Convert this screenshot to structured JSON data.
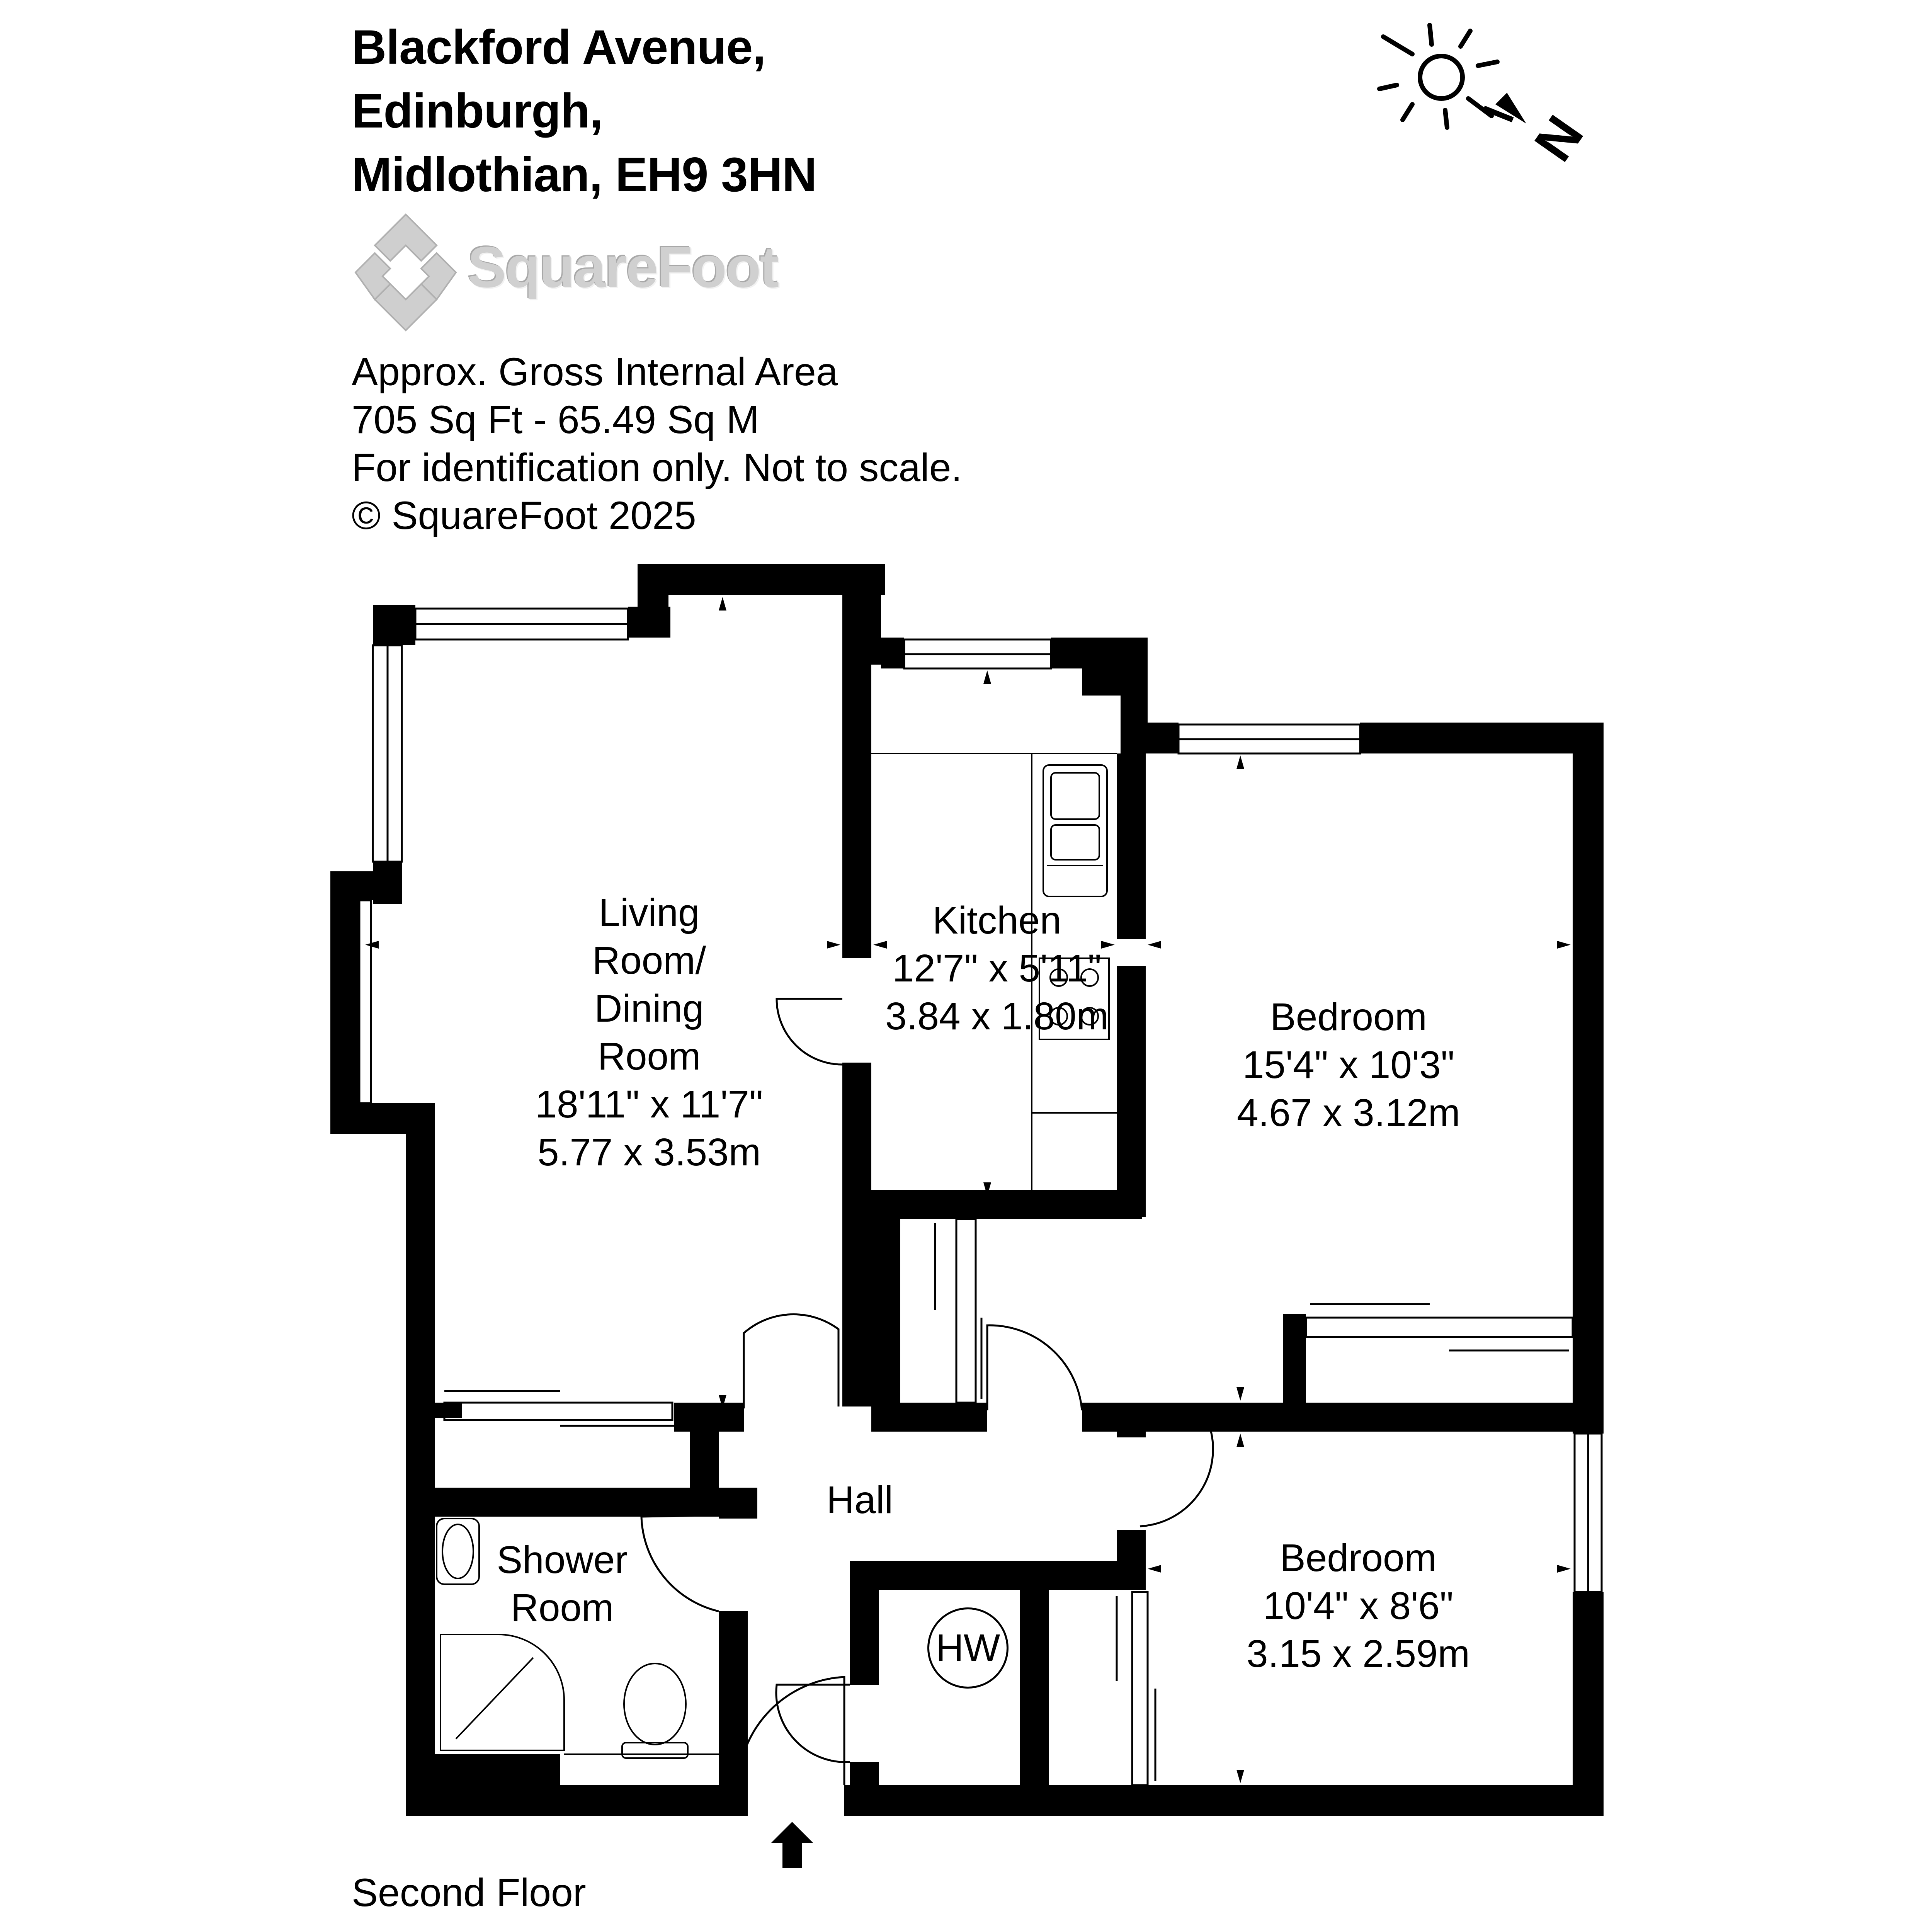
{
  "address": {
    "line1": "Blackford Avenue,",
    "line2": "Edinburgh,",
    "line3": "Midlothian, EH9 3HN"
  },
  "logo": {
    "brand": "SquareFoot"
  },
  "info": {
    "area_title": "Approx. Gross Internal Area",
    "area_value": "705 Sq Ft  -  65.49 Sq M",
    "disclaimer": "For identification only. Not to scale.",
    "copyright": "© SquareFoot 2025"
  },
  "compass": {
    "north_label": "N"
  },
  "rooms": {
    "living": {
      "line1": "Living",
      "line2": "Room/",
      "line3": "Dining",
      "line4": "Room",
      "imperial": "18'11\" x 11'7\"",
      "metric": "5.77 x 3.53m"
    },
    "kitchen": {
      "name": "Kitchen",
      "imperial": "12'7\" x 5'11\"",
      "metric": "3.84 x 1.80m"
    },
    "bedroom1": {
      "name": "Bedroom",
      "imperial": "15'4\" x 10'3\"",
      "metric": "4.67 x 3.12m"
    },
    "bedroom2": {
      "name": "Bedroom",
      "imperial": "10'4\" x 8'6\"",
      "metric": "3.15 x 2.59m"
    },
    "hall": {
      "name": "Hall"
    },
    "shower": {
      "line1": "Shower",
      "line2": "Room"
    },
    "cupboard": {
      "name": "HW"
    }
  },
  "floor": {
    "label": "Second Floor"
  },
  "colors": {
    "wall": "#000000",
    "logo_grey": "#cfcfcf",
    "background": "#ffffff"
  }
}
